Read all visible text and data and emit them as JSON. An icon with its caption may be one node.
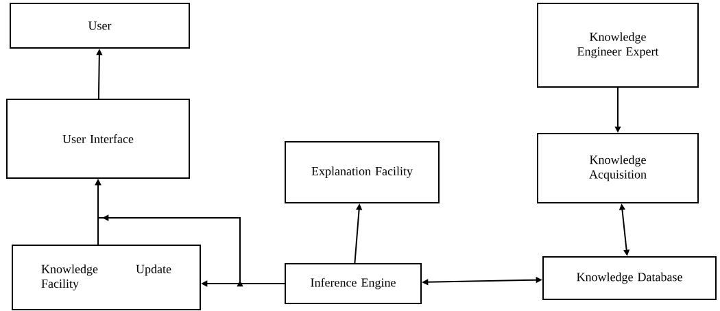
{
  "diagram": {
    "nodes": [
      {
        "text": [
          "User"
        ]
      },
      {
        "text": [
          "User Interface"
        ]
      },
      {
        "text": [
          "Knowledge Update Facility"
        ]
      },
      {
        "text": [
          "Explanation Facility"
        ]
      },
      {
        "text": [
          "Inference Engine"
        ]
      },
      {
        "text": [
          "Knowledge Engineer Expert"
        ]
      },
      {
        "text": [
          "Knowledge Acquisition"
        ]
      },
      {
        "text": [
          "Knowledge Database"
        ]
      }
    ],
    "edges": [
      {
        "from": 1,
        "to": 0,
        "arrow": "to"
      },
      {
        "from": 2,
        "to": 1,
        "arrow": "to"
      },
      {
        "from": 4,
        "to": 2,
        "arrow": "to"
      },
      {
        "from": 4,
        "to": 3,
        "arrow": "to"
      },
      {
        "from": 4,
        "to": 7,
        "arrow": "both"
      },
      {
        "from": 5,
        "to": 6,
        "arrow": "to"
      },
      {
        "from": 6,
        "to": 7,
        "arrow": "both"
      },
      {
        "from": 4,
        "to": 1,
        "arrow": "to"
      }
    ]
  }
}
